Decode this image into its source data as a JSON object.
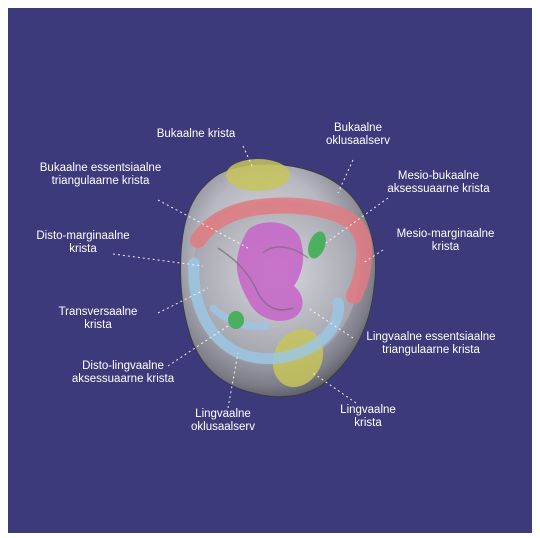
{
  "labels": {
    "bukaalne_krista": "Bukaalne krista",
    "bukaalne_oklusaalserv": "Bukaalne\noklusaalserv",
    "bukaalne_essentsiaalne": "Bukaalne essentsiaalne\ntriangulaarne krista",
    "mesio_bukaalne_aksessuaarne": "Mesio-bukaalne\naksessuaarne krista",
    "disto_marginaalne": "Disto-marginaalne\nkrista",
    "mesio_marginaalne": "Mesio-marginaalne\nkrista",
    "transversaalne": "Transversaalne\nkrista",
    "lingvaalne_essentsiaalne": "Lingvaalne essentsiaalne\ntriangulaarne krista",
    "disto_lingvaalne_aksessuaarne": "Disto-lingvaalne\naksessuaarne krista",
    "lingvaalne_oklusaalserv": "Lingvaalne\noklusaalserv",
    "lingvaalne_krista": "Lingvaalne\nkrista"
  },
  "colors": {
    "background": "#3d3a7b",
    "tooth_outer": "#c9c9d2",
    "tooth_shadow": "#5c5c66",
    "ridge_red": "#e07a80",
    "ridge_blue": "#9cc6e3",
    "ridge_yellow": "#c7c45a",
    "ridge_green": "#3fae54",
    "fossa_violet": "#c768c8"
  }
}
